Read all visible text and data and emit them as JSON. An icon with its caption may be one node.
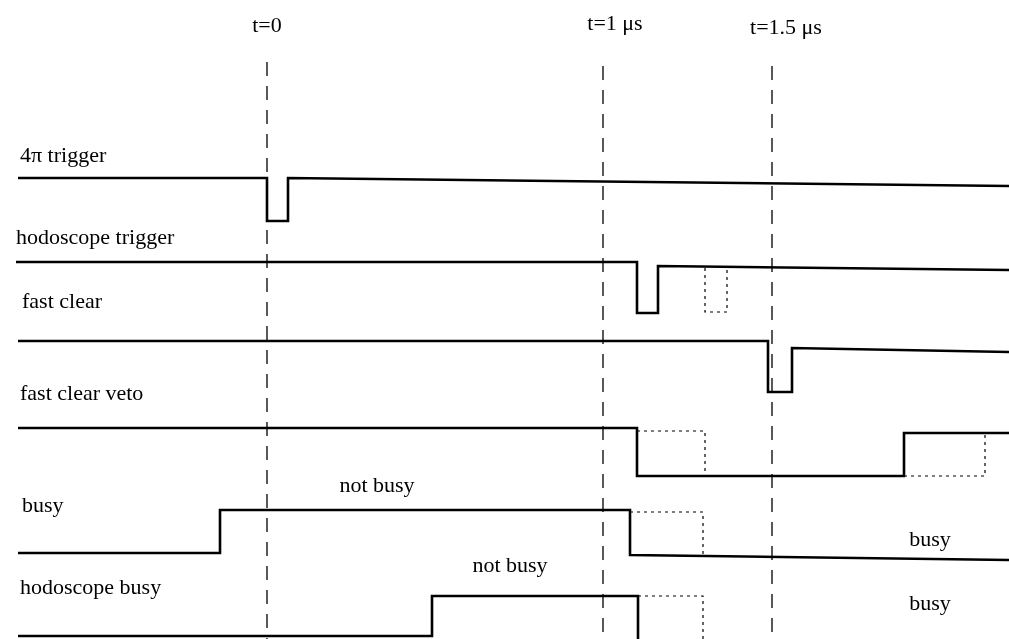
{
  "diagram": {
    "labels": [
      "t=0",
      "t=1 μs",
      "t=1.5 μs",
      "4π trigger",
      "hodoscope trigger",
      "fast clear",
      "fast clear veto",
      "not busy",
      "busy",
      "busy",
      "not busy",
      "hodoscope busy",
      "busy"
    ]
  }
}
